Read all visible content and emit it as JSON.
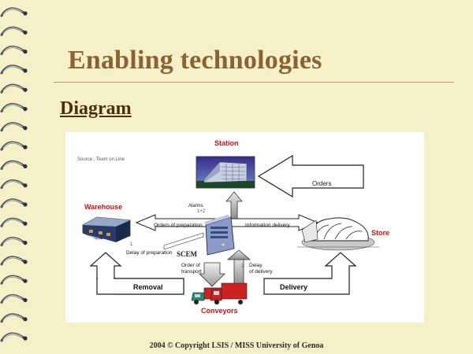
{
  "slide": {
    "title": "Enabling technologies",
    "subtitle": "Diagram",
    "footer": "2004 © Copyright LSIS / MISS University of Genoa"
  },
  "diagram": {
    "source": "Source : Team on Line",
    "station": "Station",
    "warehouse": "Warehouse",
    "store": "Store",
    "conveyors": "Conveyors",
    "scem": "SCEM",
    "orders": "Orders",
    "alarms": "Alarms",
    "alarms_num": "1+2",
    "orders_of_preparation": "Orders of preparation",
    "information_delivery": "Information delivery",
    "delay_of_preparation": "Delay of preparation",
    "delay_prep_num": "1",
    "order_of_transport_1": "Order of",
    "order_of_transport_2": "transport",
    "delay_of_delivery_1": "Delay",
    "delay_of_delivery_2": "of delivery",
    "delay_delivery_num": "2",
    "removal": "Removal",
    "delivery": "Delivery"
  },
  "colors": {
    "title": "#8a6233",
    "label_red": "#cc1111",
    "background": "#f6f0c8"
  }
}
